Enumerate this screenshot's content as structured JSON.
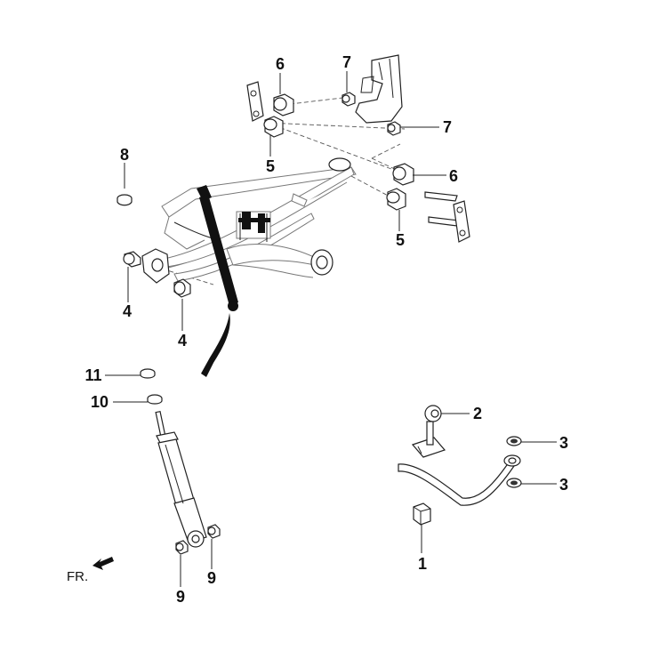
{
  "callouts": {
    "c1": "1",
    "c2": "2",
    "c3a": "3",
    "c3b": "3",
    "c4a": "4",
    "c4b": "4",
    "c5a": "5",
    "c5b": "5",
    "c6a": "6",
    "c6b": "6",
    "c7a": "7",
    "c7b": "7",
    "c8": "8",
    "c9a": "9",
    "c9b": "9",
    "c10": "10",
    "c11": "11"
  },
  "direction_label": "FR.",
  "icons": [
    "front-direction-arrow-icon"
  ]
}
